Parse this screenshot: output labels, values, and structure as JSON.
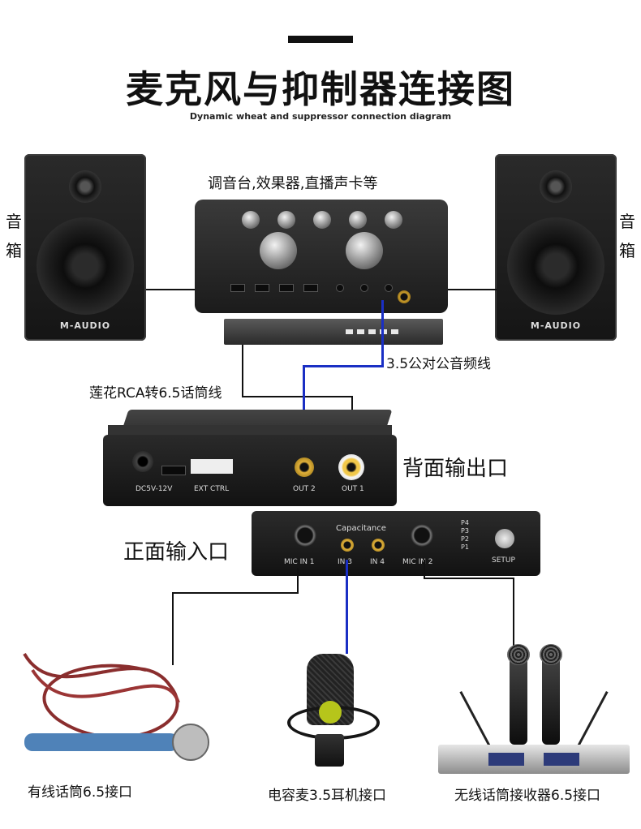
{
  "header": {
    "title": "麦克风与抑制器连接图",
    "subtitle": "Dynamic wheat and suppressor connection diagram"
  },
  "speakers": {
    "left_label": [
      "音",
      "箱"
    ],
    "right_label": [
      "音",
      "箱"
    ],
    "brand": "M-AUDIO"
  },
  "sound_card": {
    "caption": "调音台,效果器,直播声卡等"
  },
  "cables": {
    "rca_to_65": "莲花RCA转6.5话筒线",
    "aux_35": "3.5公对公音频线"
  },
  "dsp_rear": {
    "label": "背面输出口",
    "power_label": "DC5V-12V",
    "ctrl_label": "EXT CTRL",
    "out2": "OUT 2",
    "out1": "OUT 1"
  },
  "dsp_front": {
    "label": "正面输入口",
    "capacitance": "Capacitance",
    "mic_in1": "MIC IN 1",
    "in3": "IN 3",
    "in4": "IN 4",
    "mic_in2": "MIC IN 2",
    "presets": [
      "P4",
      "P3",
      "P2",
      "P1"
    ],
    "setup": "SETUP"
  },
  "devices": {
    "wired_mic": "有线话筒6.5接口",
    "condenser_mic": "电容麦3.5耳机接口",
    "wireless_receiver": "无线话筒接收器6.5接口"
  },
  "colors": {
    "cable_black": "#111111",
    "cable_blue": "#1a2fc4",
    "jack_gold": "#e0b03a"
  }
}
